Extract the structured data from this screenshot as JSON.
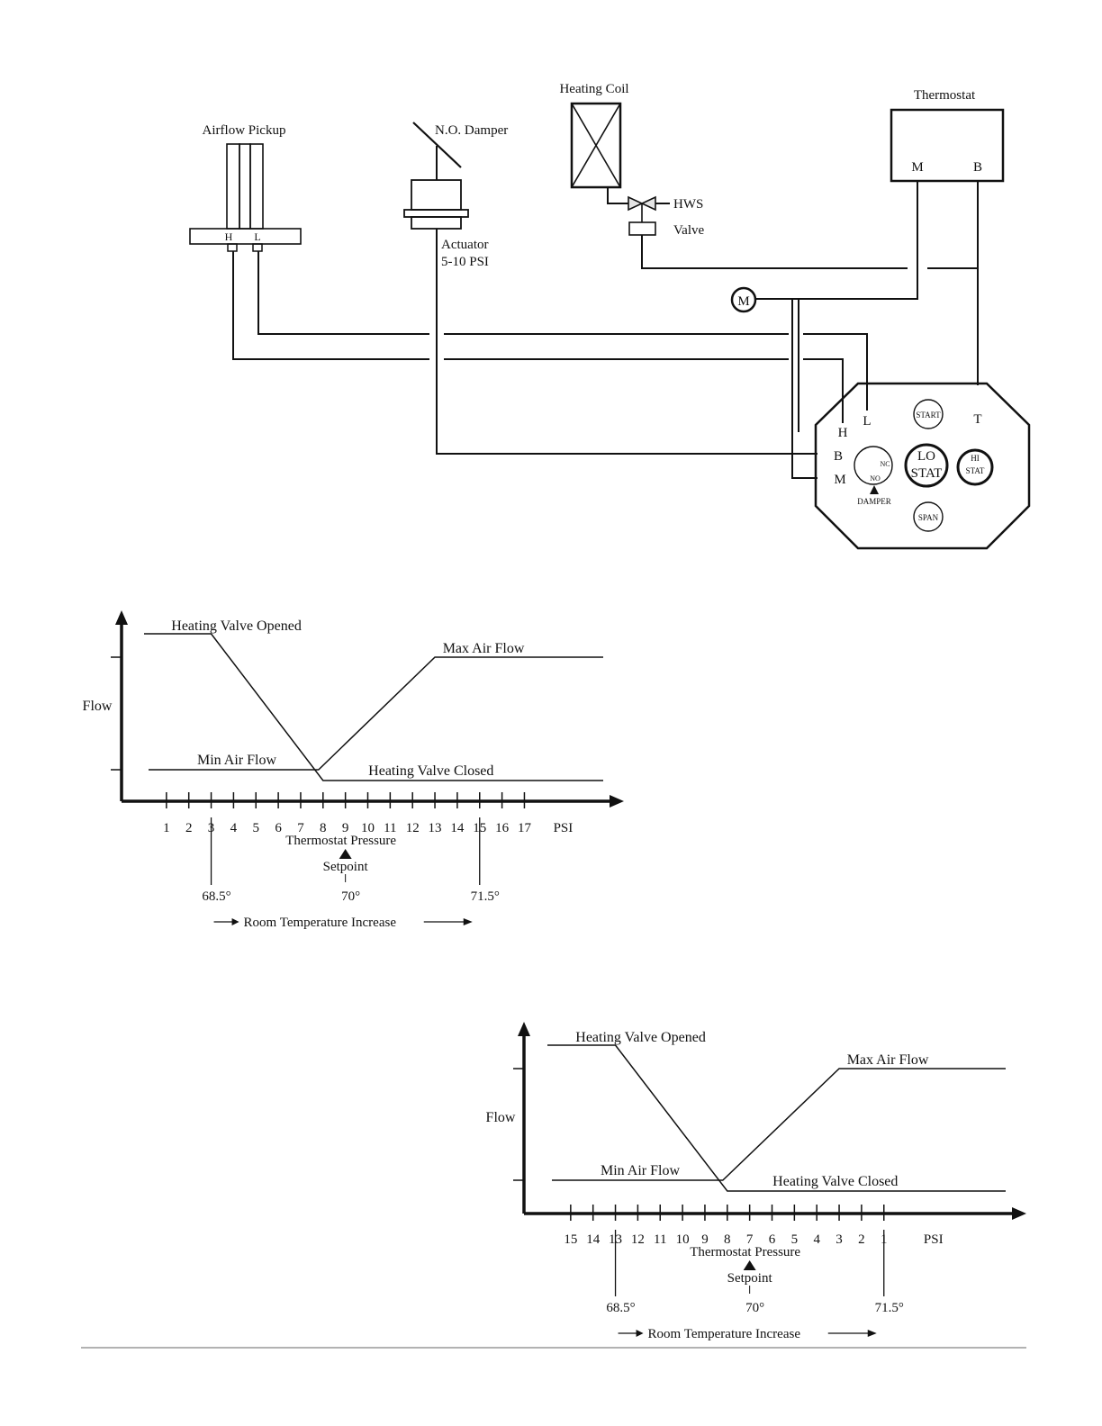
{
  "schematic": {
    "airflow_pickup": {
      "title": "Airflow Pickup",
      "port_h": "H",
      "port_l": "L"
    },
    "damper": {
      "title": "N.O. Damper",
      "actuator_line1": "Actuator",
      "actuator_line2": "5-10 PSI"
    },
    "heating_coil": {
      "title": "Heating Coil"
    },
    "valve": {
      "hws": "HWS",
      "label": "Valve"
    },
    "thermostat": {
      "title": "Thermostat",
      "port_m": "M",
      "port_b": "B"
    },
    "gauge": {
      "label": "M"
    },
    "controller": {
      "port_h": "H",
      "port_l": "L",
      "port_t": "T",
      "port_b": "B",
      "port_m": "M",
      "start": "START",
      "span": "SPAN",
      "lo_stat_1": "LO",
      "lo_stat_2": "STAT",
      "hi_stat_1": "HI",
      "hi_stat_2": "STAT",
      "nc": "NC",
      "no": "NO",
      "damper": "DAMPER"
    }
  },
  "chart_data": [
    {
      "type": "line",
      "title": "",
      "ylabel": "Flow",
      "xlabel": "Thermostat Pressure",
      "x_unit_label": "PSI",
      "ticks": [
        1,
        2,
        3,
        4,
        5,
        6,
        7,
        8,
        9,
        10,
        11,
        12,
        13,
        14,
        15,
        16,
        17
      ],
      "setpoint_label": "Setpoint",
      "temperatures": [
        {
          "psi": 3,
          "label": "68.5°"
        },
        {
          "psi": 9,
          "label": "70°"
        },
        {
          "psi": 15,
          "label": "71.5°"
        }
      ],
      "temp_axis_label": "Room Temperature Increase",
      "series": [
        {
          "name": "Heating Valve Opened",
          "end_name": "Heating Valve Closed",
          "points": [
            [
              0,
              "high"
            ],
            [
              3,
              "high"
            ],
            [
              8,
              "low"
            ],
            [
              17,
              "low"
            ]
          ]
        },
        {
          "name": "Min Air Flow",
          "end_name": "Max Air Flow",
          "points": [
            [
              0,
              "low"
            ],
            [
              7.8,
              "low"
            ],
            [
              13,
              "high"
            ],
            [
              17,
              "high"
            ]
          ]
        }
      ]
    },
    {
      "type": "line",
      "title": "",
      "ylabel": "Flow",
      "xlabel": "Thermostat Pressure",
      "x_unit_label": "PSI",
      "ticks": [
        15,
        14,
        13,
        12,
        11,
        10,
        9,
        8,
        7,
        6,
        5,
        4,
        3,
        2,
        1
      ],
      "setpoint_label": "Setpoint",
      "temperatures": [
        {
          "psi": 13,
          "label": "68.5°"
        },
        {
          "psi": 7,
          "label": "70°"
        },
        {
          "psi": 1,
          "label": "71.5°"
        }
      ],
      "temp_axis_label": "Room Temperature Increase",
      "series": [
        {
          "name": "Heating Valve Opened",
          "end_name": "Heating Valve Closed",
          "points": [
            [
              16,
              "high"
            ],
            [
              13,
              "high"
            ],
            [
              8,
              "low"
            ],
            [
              0,
              "low"
            ]
          ]
        },
        {
          "name": "Min Air Flow",
          "end_name": "Max Air Flow",
          "points": [
            [
              16,
              "low"
            ],
            [
              8.2,
              "low"
            ],
            [
              3,
              "high"
            ],
            [
              0,
              "high"
            ]
          ]
        }
      ]
    }
  ]
}
